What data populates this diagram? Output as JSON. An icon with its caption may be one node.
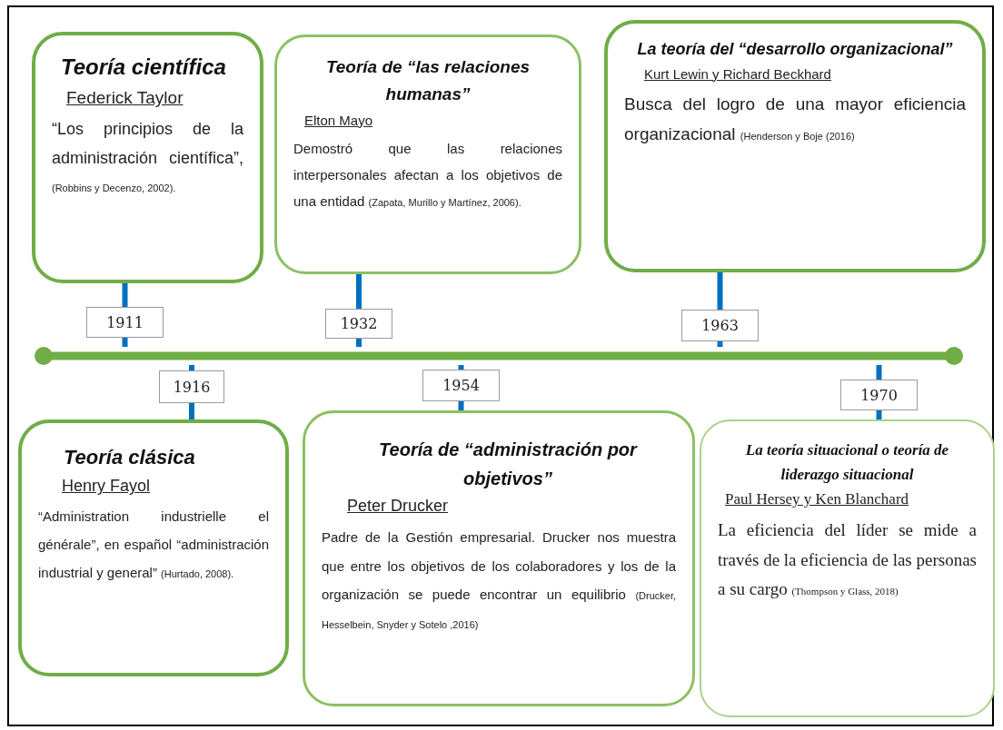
{
  "diagram": {
    "nodes": [
      {
        "text": [
          "Teoría científica",
          "Federick Taylor",
          "“Los principios de la administración científica”,",
          "(Robbins y Decenzo, 2002)."
        ]
      },
      {
        "text": [
          "Teoría de “las relaciones humanas”",
          "Elton Mayo",
          "Demostró que las relaciones interpersonales afectan a los objetivos de una entidad",
          "(Zapata, Murillo y Martínez, 2006)."
        ]
      },
      {
        "text": [
          "La teoría del “desarrollo organizacional”",
          "Kurt Lewin y Richard Beckhard",
          "Busca del logro de una mayor eficiencia organizacional",
          "(Henderson y Boje (2016)"
        ]
      },
      {
        "text": [
          "1911"
        ]
      },
      {
        "text": [
          "1932"
        ]
      },
      {
        "text": [
          "1963"
        ]
      },
      {
        "text": [],
        "shape": "bar"
      },
      {
        "text": [
          "1916"
        ]
      },
      {
        "text": [
          "1954"
        ]
      },
      {
        "text": [
          "1970"
        ]
      },
      {
        "text": [
          "Teoría clásica",
          "Henry Fayol",
          "“Administration industrielle el générale”, en español “administración industrial y general”",
          "(Hurtado, 2008)."
        ]
      },
      {
        "text": [
          "Teoría de “administración por objetivos”",
          "Peter Drucker",
          "Padre de la Gestión empresarial. Drucker nos muestra que entre los objetivos de los colaboradores y los de la organización se puede encontrar un equilibrio",
          "(Drucker, Hesselbein, Snyder y Sotelo ,2016)"
        ]
      },
      {
        "text": [
          "La teoría situacional o teoría de liderazgo situacional",
          "Paul Hersey y Ken Blanchard",
          "La eficiencia del líder se mide a través de la eficiencia de las personas a su cargo",
          "(Thompson y Glass, 2018)"
        ]
      }
    ],
    "edges": [
      {
        "from": 0,
        "to": 3,
        "arrow": "none"
      },
      {
        "from": 3,
        "to": 6,
        "arrow": "none"
      },
      {
        "from": 1,
        "to": 4,
        "arrow": "none"
      },
      {
        "from": 4,
        "to": 6,
        "arrow": "none"
      },
      {
        "from": 2,
        "to": 5,
        "arrow": "none"
      },
      {
        "from": 5,
        "to": 6,
        "arrow": "none"
      },
      {
        "from": 6,
        "to": 7,
        "arrow": "none"
      },
      {
        "from": 7,
        "to": 10,
        "arrow": "none"
      },
      {
        "from": 6,
        "to": 8,
        "arrow": "none"
      },
      {
        "from": 8,
        "to": 11,
        "arrow": "none"
      },
      {
        "from": 6,
        "to": 9,
        "arrow": "none"
      },
      {
        "from": 9,
        "to": 12,
        "arrow": "none"
      }
    ]
  }
}
